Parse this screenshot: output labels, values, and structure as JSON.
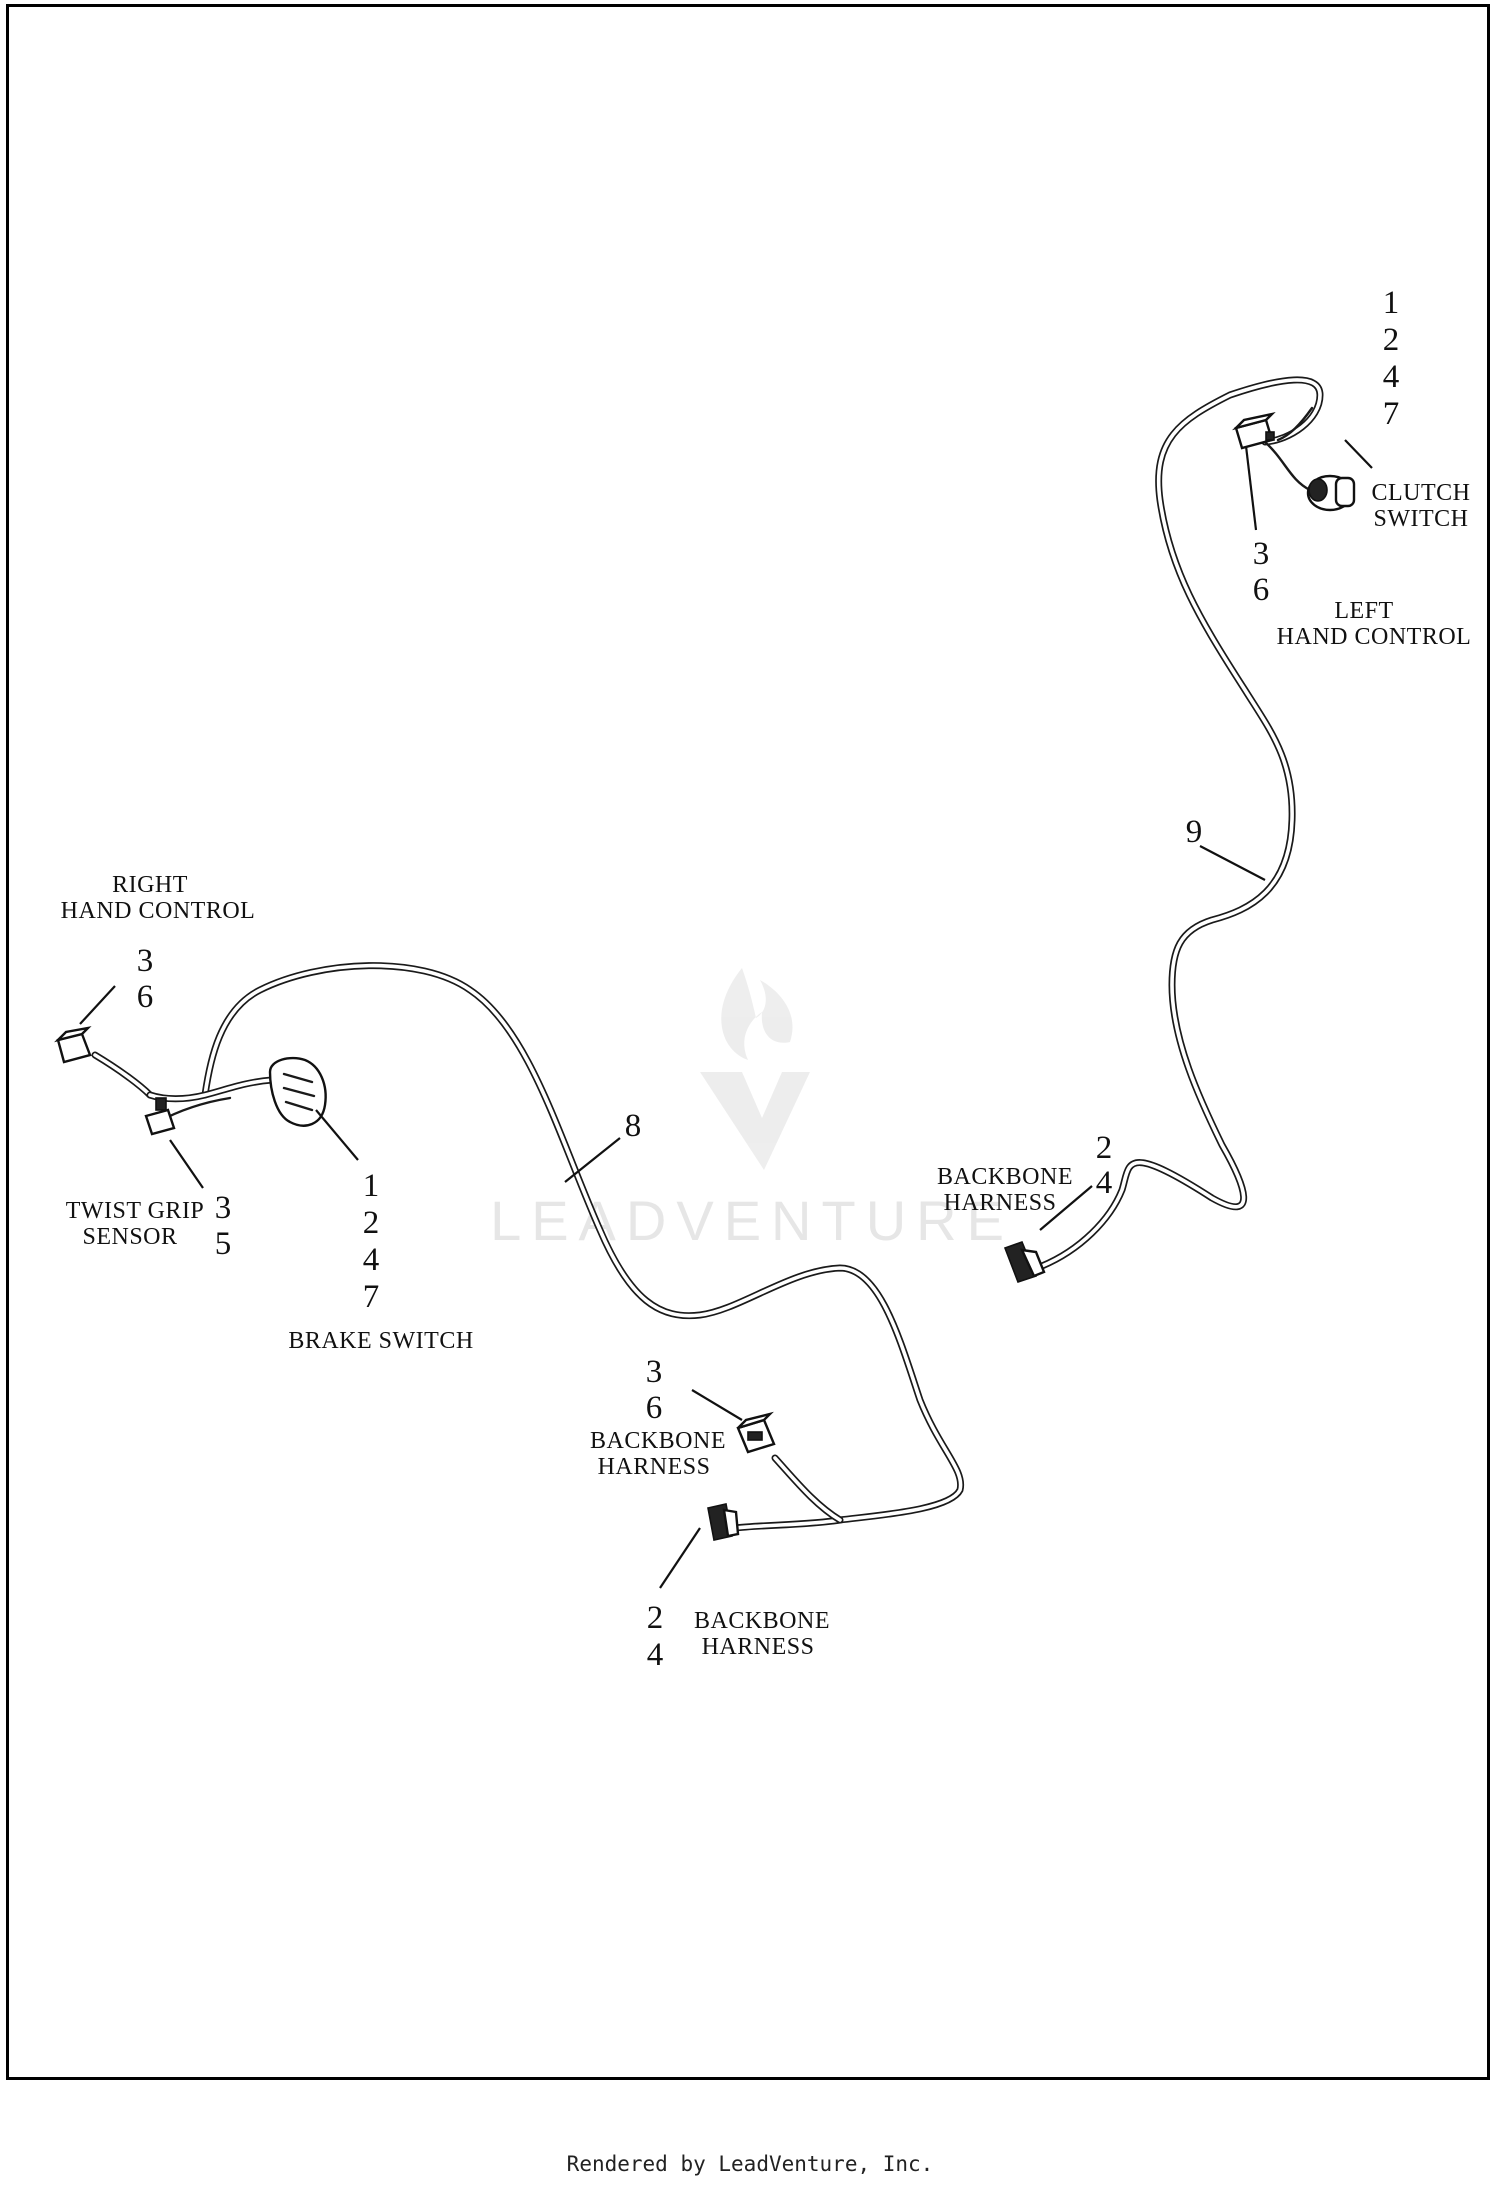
{
  "watermark": {
    "brand": "LEADVENTURE"
  },
  "footer": {
    "text": "Rendered by LeadVenture, Inc."
  },
  "callouts": {
    "clutch_items": [
      "1",
      "2",
      "4",
      "7"
    ],
    "left_connector_items": [
      "3",
      "6"
    ],
    "wire_9": "9",
    "wire_8": "8",
    "right_connector_items": [
      "3",
      "6"
    ],
    "twist_grip_items": [
      "3",
      "5"
    ],
    "brake_items": [
      "1",
      "2",
      "4",
      "7"
    ],
    "backbone_upper_right_items": [
      "2",
      "4"
    ],
    "backbone_mid_items": [
      "3",
      "6"
    ],
    "backbone_lower_items": [
      "2",
      "4"
    ]
  },
  "labels": {
    "clutch_switch": [
      "CLUTCH",
      "SWITCH"
    ],
    "left_hand_control": [
      "LEFT",
      "HAND CONTROL"
    ],
    "right_hand_control": [
      "RIGHT",
      "HAND CONTROL"
    ],
    "twist_grip_sensor": [
      "TWIST GRIP",
      "SENSOR"
    ],
    "brake_switch": "BRAKE SWITCH",
    "backbone_harness_right": [
      "BACKBONE",
      "HARNESS"
    ],
    "backbone_harness_mid": [
      "BACKBONE",
      "HARNESS"
    ],
    "backbone_harness_lower": [
      "BACKBONE",
      "HARNESS"
    ]
  }
}
